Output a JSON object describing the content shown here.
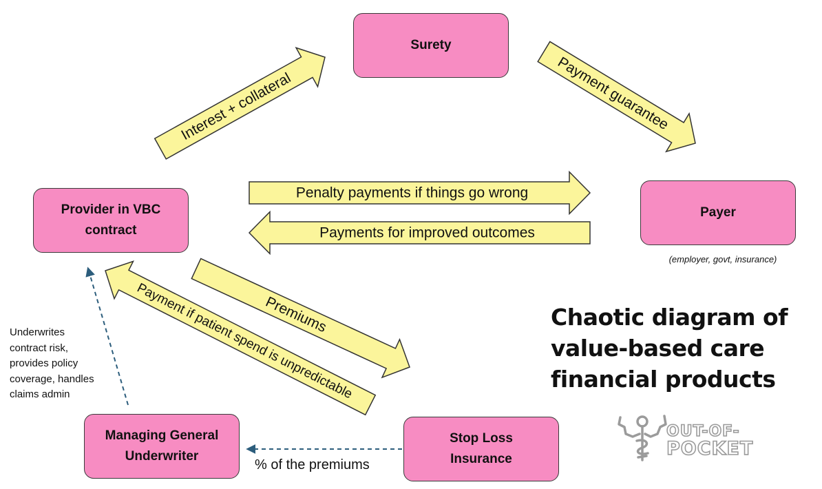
{
  "nodes": {
    "surety": "Surety",
    "provider": "Provider in VBC\ncontract",
    "payer": "Payer",
    "mgu": "Managing General\nUnderwriter",
    "stop_loss": "Stop Loss\nInsurance"
  },
  "payer_note": "(employer, govt, insurance)",
  "mgu_note": "Underwrites\ncontract risk,\nprovides policy\ncoverage, handles\nclaims admin",
  "edges": {
    "interest": "Interest + collateral",
    "guarantee": "Payment guarantee",
    "penalty": "Penalty payments if things go wrong",
    "improved": "Payments for improved outcomes",
    "premiums": "Premiums",
    "unpredictable": "Payment if patient spend is unpredictable",
    "pct": "% of the premiums"
  },
  "title": "Chaotic diagram of\nvalue-based care\nfinancial products",
  "logo": {
    "line1": "OUT-OF-",
    "line2": "POCKET"
  },
  "colors": {
    "node_fill": "#f78cc2",
    "arrow_fill": "#fbf59b",
    "dashed": "#2c5d7c"
  }
}
